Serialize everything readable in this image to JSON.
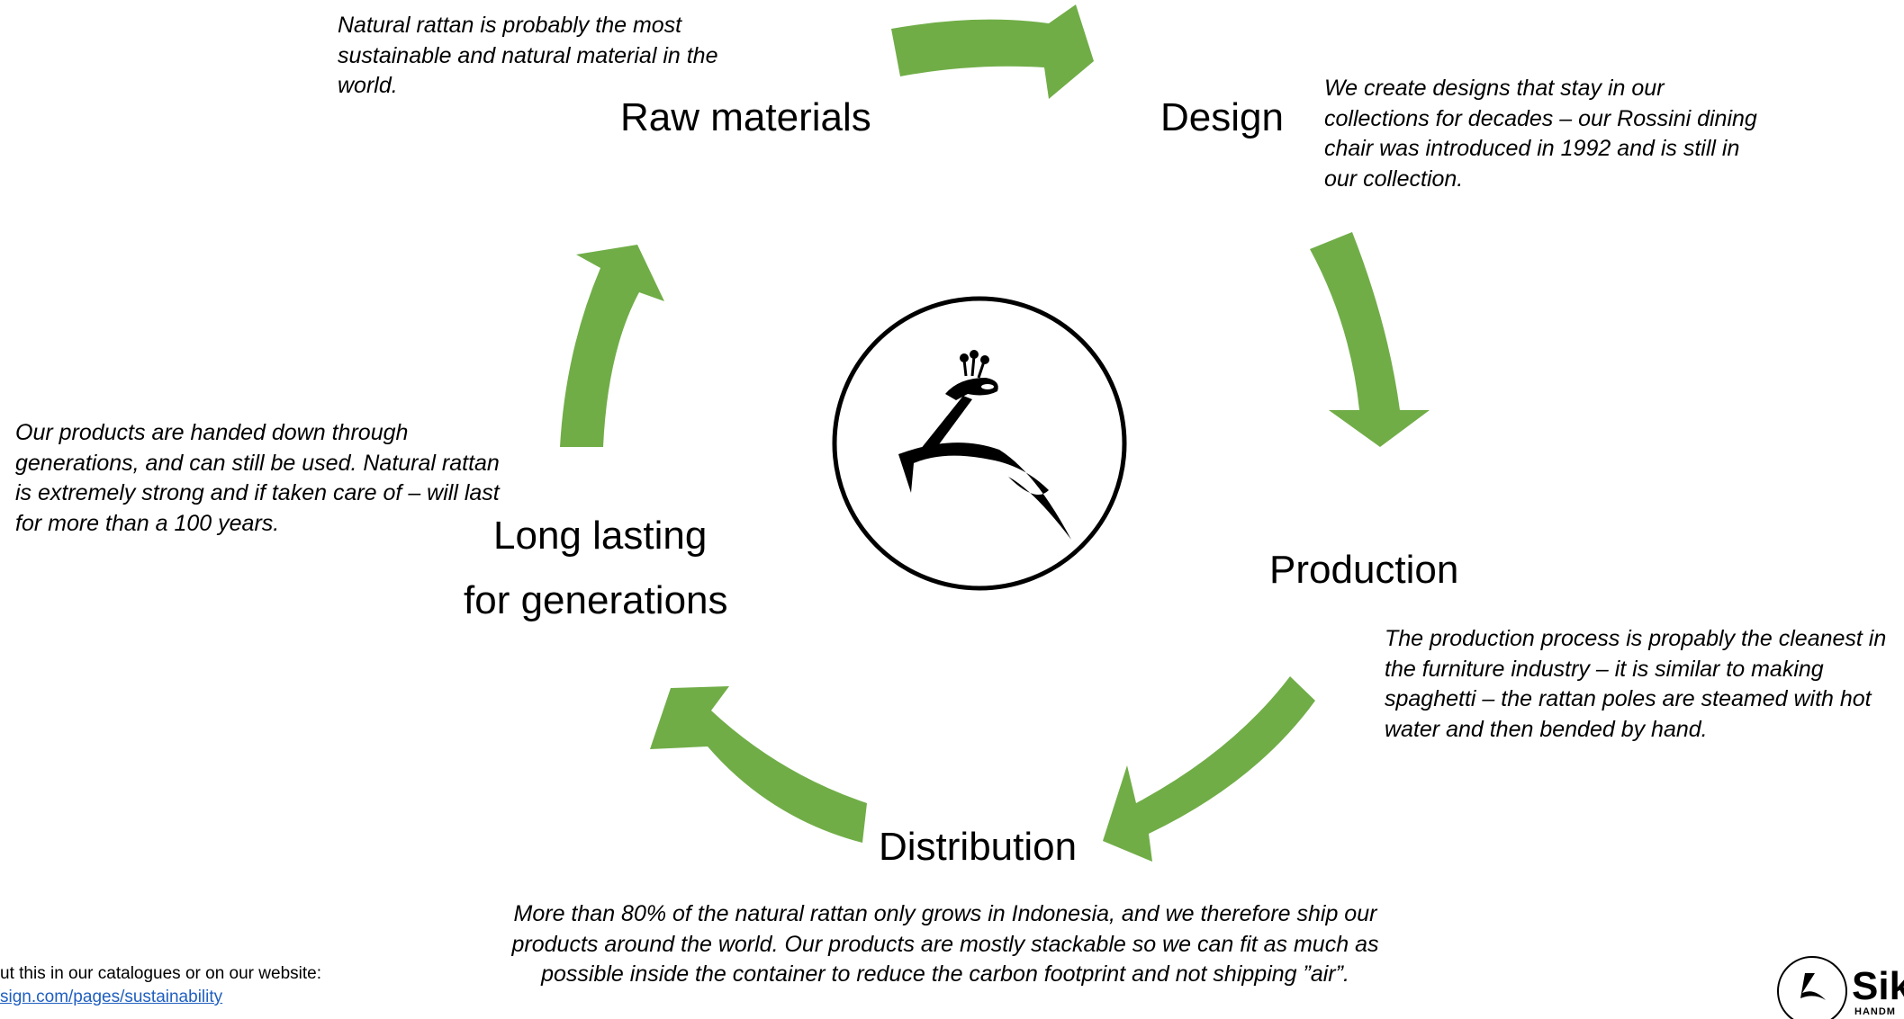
{
  "stages": {
    "raw_materials": "Raw materials",
    "design": "Design",
    "production": "Production",
    "distribution": "Distribution",
    "long_lasting_line1": "Long lasting",
    "long_lasting_line2": "for generations"
  },
  "descriptions": {
    "raw_materials": "Natural rattan is probably the most sustainable and natural material in the world.",
    "design": "We create designs that stay in our collections for decades – our Rossini dining chair was introduced in 1992 and is still in our collection.",
    "production": "The production process is propably the cleanest in the furniture industry – it is similar to making spaghetti – the rattan poles are steamed with hot water and then bended by hand.",
    "distribution": "More than 80% of the natural rattan only grows in Indonesia, and we therefore ship our products around the world. Our products are mostly stackable so we can fit as much as possible inside the container to reduce the carbon footprint and not shipping ”air”.",
    "long_lasting": "Our products are handed down through generations, and can still be used. Natural rattan is extremely strong and if taken care of – will last for more than a 100 years."
  },
  "footer": {
    "line1": "ut this in our catalogues or on our website:",
    "link": "sign.com/pages/sustainability"
  },
  "brand": {
    "name": "Sik",
    "tagline": "HANDM"
  },
  "colors": {
    "arrow": "#70ad47",
    "text": "#000000",
    "link": "#1f5fbf"
  }
}
